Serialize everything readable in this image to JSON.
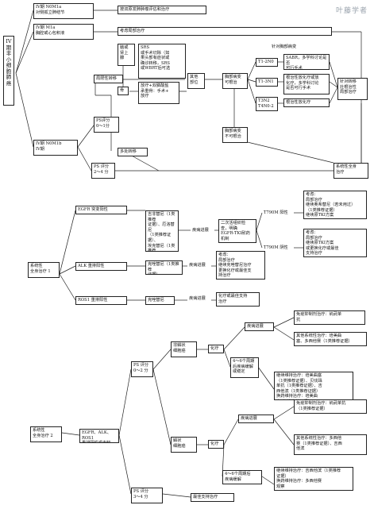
{
  "watermark": "叶藤学者",
  "sidebar_title": "IV期非小细胞肺癌",
  "nodes": {
    "stage_iv_n_m1a": "IV期 N0M1a\n对侧孤立肺结节",
    "dual_primary": "按双原发肺肿瘤评估和治疗",
    "stage_iv_m1a_effusion": "IV期 M1a\n胸腔或心包积液",
    "local_tx": "考虑局部治疗",
    "site_brain_adrenal": "脑或\n肾上\n腺",
    "brain_srs": "SRS\n或手术切除（如\n果头部有症状或\n确诊转移，SRS\n或WBRT后可选",
    "local_limited": "局限性转移",
    "bone": "骨",
    "bone_tx": "放疗+双膦酸盐\n承重骨：手术+\n放疗",
    "ps01": "PS评分\n0～1分",
    "iv_m1b": "IV期 N0M1b\nIV期",
    "multi_met": "多处转移",
    "ps24": "PS 评分\n2～4 分",
    "other_site": "其他\n部位",
    "chest_resectable": "胸部病变\n可根治",
    "t12n0": "T1-2N0",
    "t13n1": "T1-3N1",
    "t3n2": "T3N2\nT4N0-2",
    "sabr": "SABR，多学科讨论是否\n可行手术",
    "radical_chemo": "根治性放化疗或放\n化疗，多学科讨论\n是否可行手术",
    "radical_chemo2": "根治性放化疗",
    "consider_chest": "针对胸部病变",
    "metastasis_local": "针对转移\n灶根治性\n局部治疗",
    "chest_unresectable": "胸部病变\n不可根治",
    "systemic": "系统性全身\n治疗",
    "systemic1": "系统性\n全身治疗 1",
    "egfr": "EGFR 突变阳性",
    "egfr_drugs": "吉非替尼（1类推荐\n证据）、厄洛替尼\n（1类推荐证据）、\n埃克替尼（1类推荐\n证据）、阿法替尼\n（1类推荐证据）、\n奥希替尼（1类推荐\n证据）",
    "progress1": "疾病进展",
    "biopsy": "二次活组织检\n查，明确\nEGFR-TKI耐药\n机制",
    "t790m_pos": "T790M 阳性",
    "t790m_neg": "T790M 阴性",
    "t790m_pos_tx": "考虑：\n局部治疗\n继续奥希替尼（若未用过）\n（1类推荐证据）\n继续原TKI方案",
    "t790m_neg_tx": "考虑：\n局部治疗\n继续原TKI方案\n或更换化疗或最佳\n支持治疗",
    "alk": "ALK 重排阳性",
    "crizotinib": "克唑替尼（1类推荐\n证据）",
    "progress2": "疾病进展",
    "alk_tx": "考虑：\n局部治疗\n继续克唑替尼治疗\n更换化疗或最佳支\n持治疗",
    "ros1": "ROS1 重排阳性",
    "crizotinib2": "克唑替尼",
    "progress3": "疾病进展",
    "ros1_tx": "化疗或最佳支持\n治疗",
    "systemic2": "系统性\n全身治疗 2",
    "neg_unknown": "EGFR、ALK、ROS1\n重排阴性或未知",
    "ps02": "PS 评分\n0～2 分",
    "nonsq": "非鳞状\n细胞癌",
    "chemo1": "化疗",
    "progress4": "疾病进展",
    "immuno1": "免疫抑制剂治疗：纳武单\n抗",
    "other_sys1": "其他系统性治疗：培美曲\n塞、多西他赛（1类推荐证据）",
    "cycle1": "4～6个周期\n后疾病缓解\n或稳定",
    "maint1": "继续维持治疗：培美曲塞\n（1类推荐证据）、贝伐珠\n单抗（1类推荐证据）、吉\n西他滨（1类推荐证据）\n换药维持治疗：培美曲\n塞（1类推荐证据）",
    "sq": "鳞状\n细胞癌",
    "chemo2": "化疗",
    "progress5": "疾病进展",
    "immuno2": "免疫抑制剂治疗：纳武单抗\n（1类推荐证据）",
    "other_sys2": "其他系统性治疗：多西他\n赛（1类推荐证据）、吉西\n他滨",
    "cycle2": "4～6个周期后\n疾病缓解",
    "maint2": "继续维持治疗：吉西他滨（1类推荐\n证据）\n换药维持治疗：多西他赛\n观察",
    "ps34": "PS 评分\n3～4 分",
    "best_support": "最佳支持治疗"
  }
}
